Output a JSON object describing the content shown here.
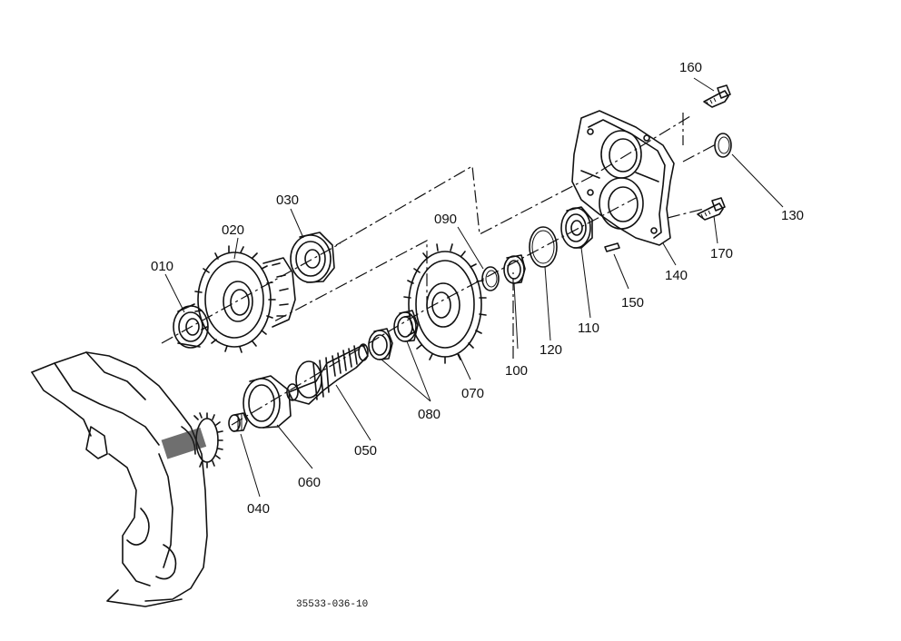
{
  "diagram": {
    "caption": "35533-036-10",
    "parts": [
      {
        "id": "p010",
        "label": "010"
      },
      {
        "id": "p020",
        "label": "020"
      },
      {
        "id": "p030",
        "label": "030"
      },
      {
        "id": "p040",
        "label": "040"
      },
      {
        "id": "p050",
        "label": "050"
      },
      {
        "id": "p060",
        "label": "060"
      },
      {
        "id": "p070",
        "label": "070"
      },
      {
        "id": "p080",
        "label": "080"
      },
      {
        "id": "p090",
        "label": "090"
      },
      {
        "id": "p100",
        "label": "100"
      },
      {
        "id": "p110",
        "label": "110"
      },
      {
        "id": "p120",
        "label": "120"
      },
      {
        "id": "p130",
        "label": "130"
      },
      {
        "id": "p140",
        "label": "140"
      },
      {
        "id": "p150",
        "label": "150"
      },
      {
        "id": "p160",
        "label": "160"
      },
      {
        "id": "p170",
        "label": "170"
      }
    ]
  }
}
